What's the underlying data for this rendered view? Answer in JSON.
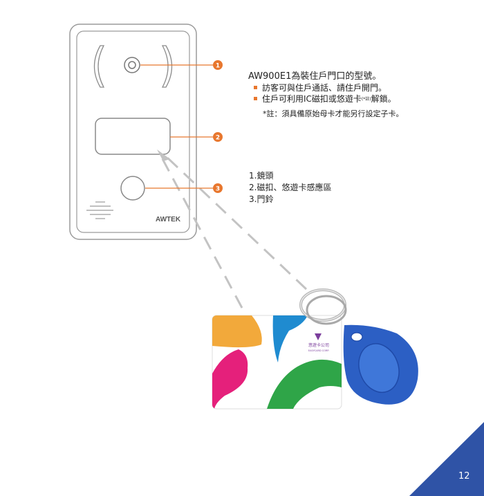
{
  "device": {
    "brand_label": "AWTEK"
  },
  "callouts": [
    "1",
    "2",
    "3"
  ],
  "description": {
    "title": "AW900E1為裝住戶門口的型號。",
    "bullets": [
      {
        "text": "訪客可與住戶通話、請住戶開門。"
      },
      {
        "text_before": "住戶可利用IC磁扣或悠遊卡",
        "superscript": "(*註)",
        "text_after": "解鎖。"
      }
    ],
    "note": "*註：須具備原始母卡才能另行設定子卡。"
  },
  "legend": [
    "1.鏡頭",
    "2.磁扣、悠遊卡感應區",
    "3.門鈴"
  ],
  "card": {
    "name": "悠遊卡公司",
    "name_en": "EASYCARD CORP."
  },
  "page_number": "12",
  "colors": {
    "accent_orange": "#e8772e",
    "corner_blue": "#2f53a6",
    "fob_blue": "#2c5fc4"
  }
}
